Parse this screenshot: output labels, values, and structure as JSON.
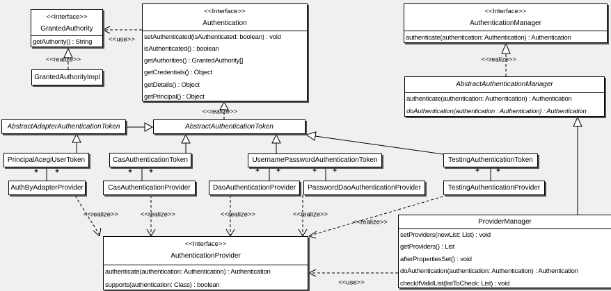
{
  "diagram": {
    "plus": "+",
    "classes": [
      {
        "id": "granted-authority",
        "stereotype": "<<Interface>>",
        "name": "GrantedAuthority",
        "abstract": false,
        "methods": [
          {
            "text": "getAuthority() : String"
          }
        ]
      },
      {
        "id": "authentication",
        "stereotype": "<<Interface>>",
        "name": "Authentication",
        "abstract": false,
        "methods": [
          {
            "text": "setAuthenticated(isAuthenticated: boolean) : void"
          },
          {
            "text": "isAuthenticated() : boolean"
          },
          {
            "text": "getAuthorities() : GrantedAuthority[]"
          },
          {
            "text": "getCredentials() : Object"
          },
          {
            "text": "getDetails() : Object"
          },
          {
            "text": "getPrincipal() : Object"
          }
        ]
      },
      {
        "id": "authentication-manager",
        "stereotype": "<<Interface>>",
        "name": "AuthenticationManager",
        "abstract": false,
        "methods": [
          {
            "text": "authenticate(authentication: Authentication) : Authentication"
          }
        ]
      },
      {
        "id": "granted-authority-impl",
        "name": "GrantedAuthorityImpl",
        "abstract": false,
        "methods": []
      },
      {
        "id": "abstract-authentication-manager",
        "name": "AbstractAuthenticationManager",
        "abstract": true,
        "methods": [
          {
            "text": "authenticate(authentication: Authentication) : Authentication"
          },
          {
            "text": "doAuthentication(authentication : Authentication) : Authentication",
            "italic": true
          }
        ]
      },
      {
        "id": "abstract-adapter-authentication-token",
        "name": "AbstractAdapterAuthenticationToken",
        "abstract": true,
        "methods": []
      },
      {
        "id": "abstract-authentication-token",
        "name": "AbstractAuthenticationToken",
        "abstract": true,
        "methods": []
      },
      {
        "id": "principal-acegi-user-token",
        "name": "PrincipalAcegiUserToken",
        "abstract": false,
        "methods": []
      },
      {
        "id": "cas-authentication-token",
        "name": "CasAuthenticationToken",
        "abstract": false,
        "methods": []
      },
      {
        "id": "username-password-authentication-token",
        "name": "UsernamePasswordAuthenticationToken",
        "abstract": false,
        "methods": []
      },
      {
        "id": "testing-authentication-token",
        "name": "TestingAuthenticationToken",
        "abstract": false,
        "methods": []
      },
      {
        "id": "auth-by-adapter-provider",
        "name": "AuthByAdapterProvider",
        "abstract": false,
        "methods": []
      },
      {
        "id": "cas-authentication-provider",
        "name": "CasAuthenticationProvider",
        "abstract": false,
        "methods": []
      },
      {
        "id": "dao-authentication-provider",
        "name": "DaoAuthenticationProvider",
        "abstract": false,
        "methods": []
      },
      {
        "id": "password-dao-authentication-provider",
        "name": "PasswordDaoAuthenticationProvider",
        "abstract": false,
        "methods": []
      },
      {
        "id": "testing-authentication-provider",
        "name": "TestingAuthenticationProvider",
        "abstract": false,
        "methods": []
      },
      {
        "id": "authentication-provider",
        "stereotype": "<<Interface>>",
        "name": "AuthenticationProvider",
        "abstract": false,
        "methods": [
          {
            "text": "authenticate(authentication: Authentication) : Authentication"
          },
          {
            "text": "supports(authentication: Class) : boolean"
          }
        ]
      },
      {
        "id": "provider-manager",
        "name": "ProviderManager",
        "abstract": false,
        "methods": [
          {
            "text": "setProviders(newList: List) : void"
          },
          {
            "text": "getProviders() : List"
          },
          {
            "text": "afterPropertiesSet() : void"
          },
          {
            "text": "doAuthentication(authentication: Authentication) : Authentication"
          },
          {
            "text": "checkIfValidList(listToCheck: List) : void"
          }
        ]
      }
    ],
    "edge_labels": [
      {
        "id": "use-granted-authority",
        "text": "<<use>>"
      },
      {
        "id": "realize-granted-authority",
        "text": "<<realize>>"
      },
      {
        "id": "realize-authentication",
        "text": "<<realize>>"
      },
      {
        "id": "realize-authentication-manager",
        "text": "<<realize>>"
      },
      {
        "id": "realize-auth-by-adapter",
        "text": "<<realize>>"
      },
      {
        "id": "realize-cas",
        "text": "<<realize>>"
      },
      {
        "id": "realize-dao",
        "text": "<<realize>>"
      },
      {
        "id": "realize-password-dao",
        "text": "<<realize>>"
      },
      {
        "id": "realize-testing",
        "text": "<<realize>>"
      },
      {
        "id": "use-provider-manager",
        "text": "<<use>>"
      }
    ]
  }
}
